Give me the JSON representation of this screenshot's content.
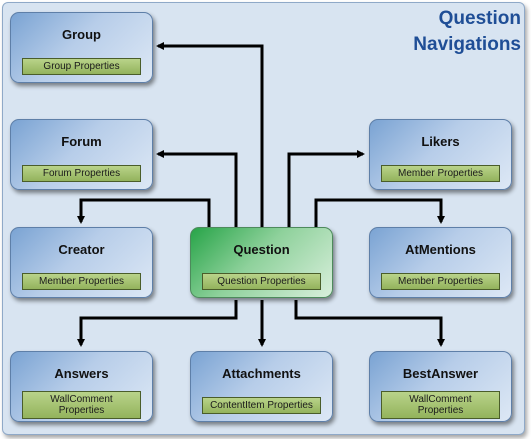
{
  "title": {
    "line1": "Question",
    "line2": "Navigations"
  },
  "colors": {
    "title": "#1f4e96",
    "node": "#9fbde2",
    "center": "#3fae5a",
    "props": "#a7c472",
    "arrow": "#000000"
  },
  "nodes": {
    "group": {
      "name": "Group",
      "props": "Group Properties"
    },
    "forum": {
      "name": "Forum",
      "props": "Forum Properties"
    },
    "likers": {
      "name": "Likers",
      "props": "Member Properties"
    },
    "creator": {
      "name": "Creator",
      "props": "Member Properties"
    },
    "question": {
      "name": "Question",
      "props": "Question Properties"
    },
    "atmentions": {
      "name": "AtMentions",
      "props": "Member Properties"
    },
    "answers": {
      "name": "Answers",
      "props_line1": "WallComment",
      "props_line2": "Properties"
    },
    "attachments": {
      "name": "Attachments",
      "props": "ContentItem Properties"
    },
    "bestanswer": {
      "name": "BestAnswer",
      "props_line1": "WallComment",
      "props_line2": "Properties"
    }
  }
}
